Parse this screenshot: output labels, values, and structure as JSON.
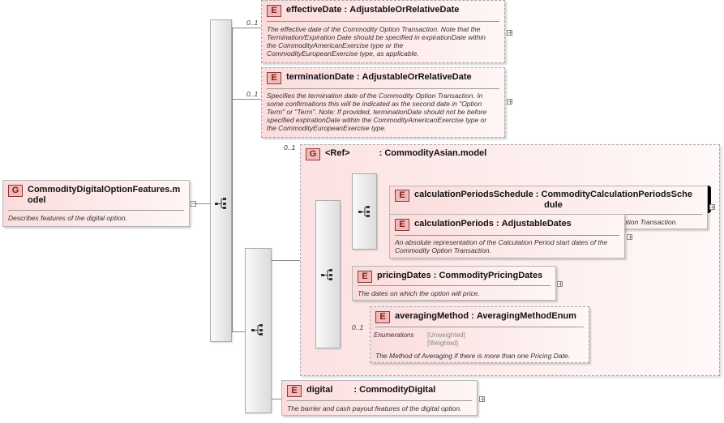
{
  "root": {
    "badge": "G",
    "name_line1": "CommodityDigitalOptionFeatures.m",
    "name_line2": "odel",
    "description": "Describes features of the digital option."
  },
  "elements": {
    "effectiveDate": {
      "badge": "E",
      "name": "effectiveDate",
      "sep": ":",
      "type": "AdjustableOrRelativeDate",
      "cardinality": "0..1",
      "desc": [
        "The effective date of the Commodity Option Transaction. Note that the",
        "Termination/Expiration Date should be specified in expirationDate within",
        "the CommodityAmericanExercise type or the",
        "CommodityEuropeanExercise type, as applicable."
      ]
    },
    "terminationDate": {
      "badge": "E",
      "name": "terminationDate",
      "sep": ":",
      "type": "AdjustableOrRelativeDate",
      "cardinality": "0..1",
      "desc": [
        "Specifies the termination date of the Commodity Option Transaction. In",
        "some confirmations this will be indicated as the second date in \"Option",
        "Term\" or \"Term\". Note: If provided, terminationDate should not be before",
        "specified expirationDate within the CommodityAmericanExercise type or",
        "the CommodityEuropeanExercise type."
      ]
    },
    "asianRef": {
      "badge": "G",
      "ref": "<Ref>",
      "sep": ":",
      "type": "CommodityAsian.model",
      "cardinality": "0..1"
    },
    "calculationPeriodsSchedule": {
      "badge": "E",
      "name": "calculationPeriodsSchedule",
      "sep": ":",
      "type_line1": "CommodityCalculationPeriodsSche",
      "type_line2": "dule",
      "desc": [
        "A parametric representation of the Calculation Periods of the Commodity Option Transaction."
      ]
    },
    "calculationPeriods": {
      "badge": "E",
      "name": "calculationPeriods",
      "sep": ":",
      "type": "AdjustableDates",
      "desc": [
        "An absolute representation of the Calculation Period start dates of the",
        "Commodity Option Transaction."
      ]
    },
    "pricingDates": {
      "badge": "E",
      "name": "pricingDates",
      "sep": ":",
      "type": "CommodityPricingDates",
      "desc": [
        "The dates on which the option will price."
      ]
    },
    "averagingMethod": {
      "badge": "E",
      "name": "averagingMethod",
      "sep": ":",
      "type": "AveragingMethodEnum",
      "cardinality": "0..1",
      "enum_label": "Enumerations",
      "enum_values": [
        "[Unweighted]",
        "[Weighted]"
      ],
      "desc": [
        "The Method of Averaging if there is more than one Pricing Date."
      ]
    },
    "digital": {
      "badge": "E",
      "name": "digital",
      "sep": ":",
      "type": "CommodityDigital",
      "desc": [
        "The barrier and cash payout features of the digital option."
      ]
    }
  },
  "icons": {
    "expand": "+",
    "collapse": "−",
    "sequence": "sequence-compositor-icon"
  },
  "colors": {
    "box_fill": "#fbdcdc",
    "badge_fill": "#f3b9b9",
    "badge_border": "#8a3b3b"
  }
}
